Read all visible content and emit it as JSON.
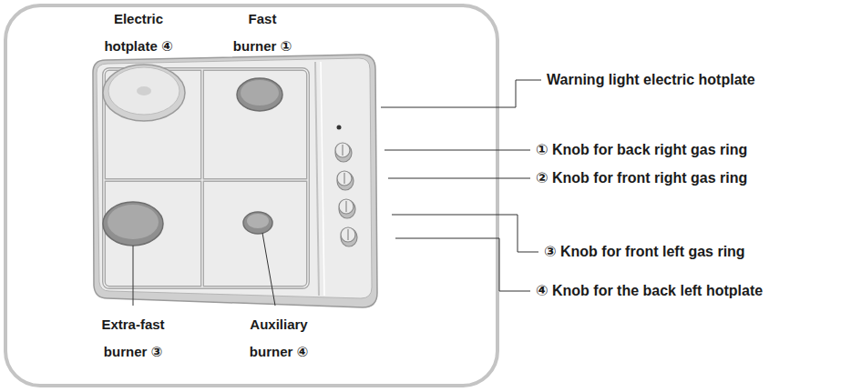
{
  "diagram": {
    "labels": [
      "Electric hotplate ④",
      "Fast burner ①",
      "Warning light electric hotplate",
      "① Knob for back right gas ring",
      "② Knob for front right gas ring",
      "③ Knob for front left gas ring",
      "④ Knob for the back left hotplate",
      "Extra-fast burner ③",
      "Auxiliary burner ④"
    ]
  }
}
